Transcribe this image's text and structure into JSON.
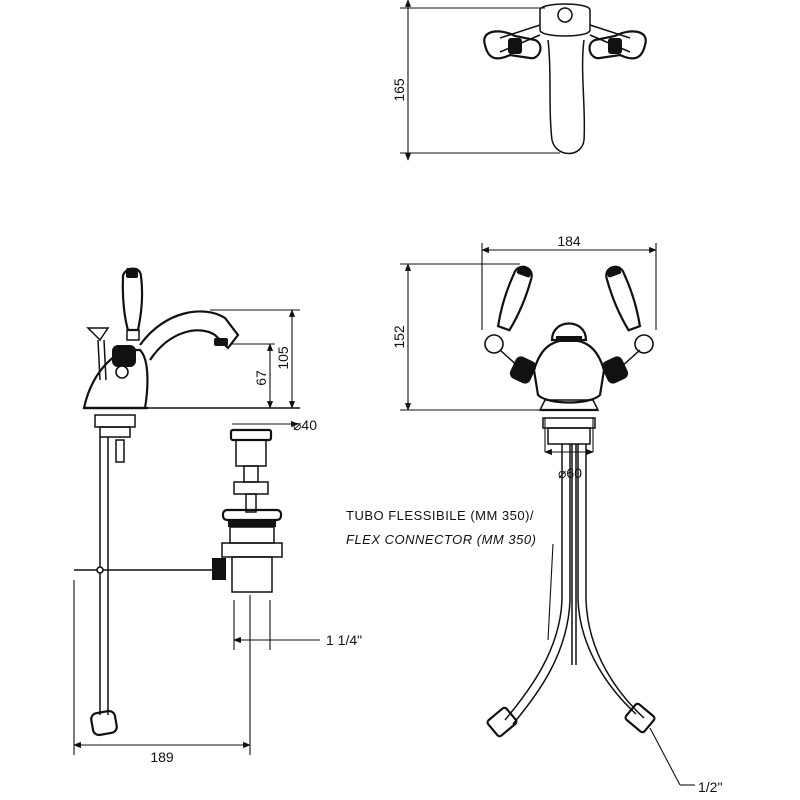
{
  "dimensions": {
    "top_view_height": "165",
    "front_width": "184",
    "front_height": "152",
    "front_base_diameter": "⌀60",
    "side_height": "105",
    "side_spout_height": "67",
    "waste_diameter": "⌀40",
    "waste_thread": "1 1/4\"",
    "side_depth": "189",
    "connector_thread": "1/2\""
  },
  "note": {
    "line1": "TUBO FLESSIBILE (MM 350)/",
    "line2": "FLEX CONNECTOR (MM 350)"
  }
}
